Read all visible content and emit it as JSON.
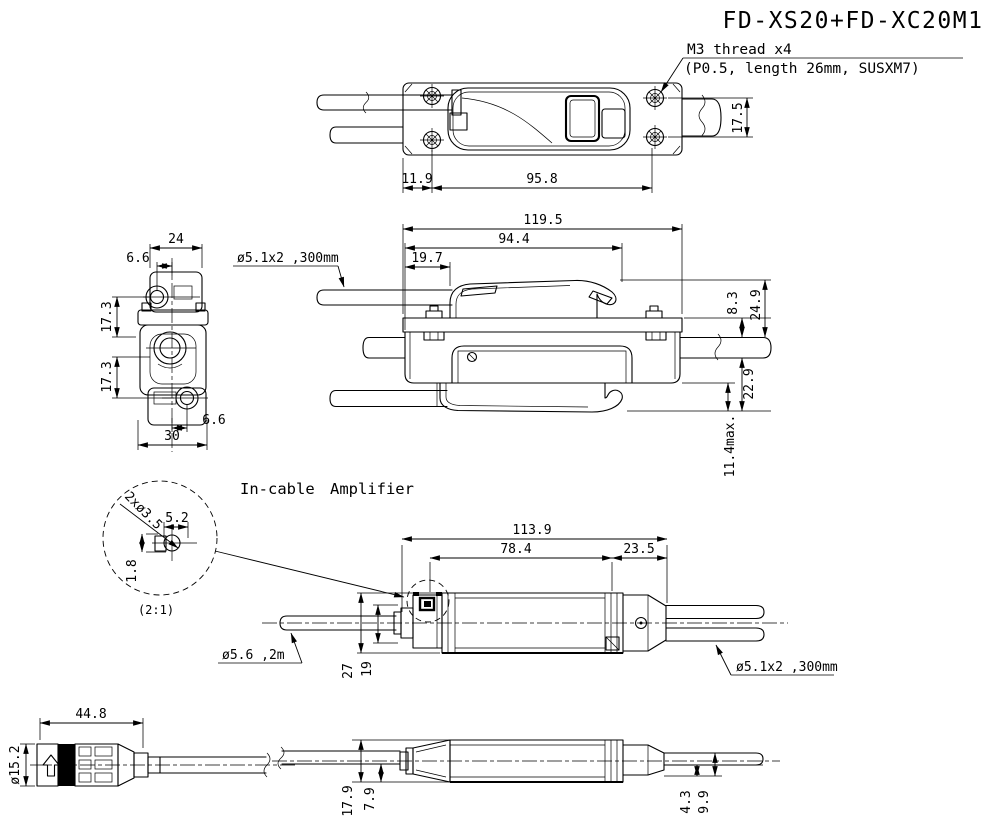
{
  "drawing": {
    "title": "FD-XS20+FD-XC20M1",
    "thread_note": {
      "line1": "M3 thread x4",
      "line2": "(P0.5, length 26mm, SUSXM7)"
    },
    "section_label": "In-cable Amplifier",
    "detail_scale": "(2:1)"
  },
  "callouts": {
    "sensor_head_cable": "ø5.1x2 ,300mm",
    "amplifier_input_cable": "ø5.6 ,2m",
    "amplifier_output_cable": "ø5.1x2 ,300mm",
    "detail_hole": "2xø3.5"
  },
  "dims": {
    "top": {
      "cable_offset": "11.9",
      "mount_span": "95.8",
      "hole_pitch": "17.5"
    },
    "side": {
      "overall": "119.5",
      "body": "94.4",
      "head": "19.7",
      "plate_to_cable": "8.3",
      "top_height": "24.9",
      "bottom_height": "22.9",
      "protrusion": "11.4max."
    },
    "end": {
      "top_width": "24",
      "top_hole_offset": "6.6",
      "upper_pitch": "17.3",
      "lower_pitch": "17.3",
      "bottom_hole_offset": "6.6",
      "bottom_width": "30"
    },
    "detail": {
      "hole_span": "5.2",
      "hole_drop": "1.8"
    },
    "amp": {
      "overall": "113.9",
      "body": "78.4",
      "tail": "23.5",
      "height": "27",
      "connector_height": "19"
    },
    "connector": {
      "length": "44.8",
      "diameter": "ø15.2"
    },
    "amp_bottom": {
      "overall_height": "17.9",
      "cable_drop": "7.9",
      "tail_drop": "4.3",
      "tail_height": "9.9"
    }
  },
  "colors": {
    "ink": "#000000",
    "paper": "#ffffff"
  }
}
